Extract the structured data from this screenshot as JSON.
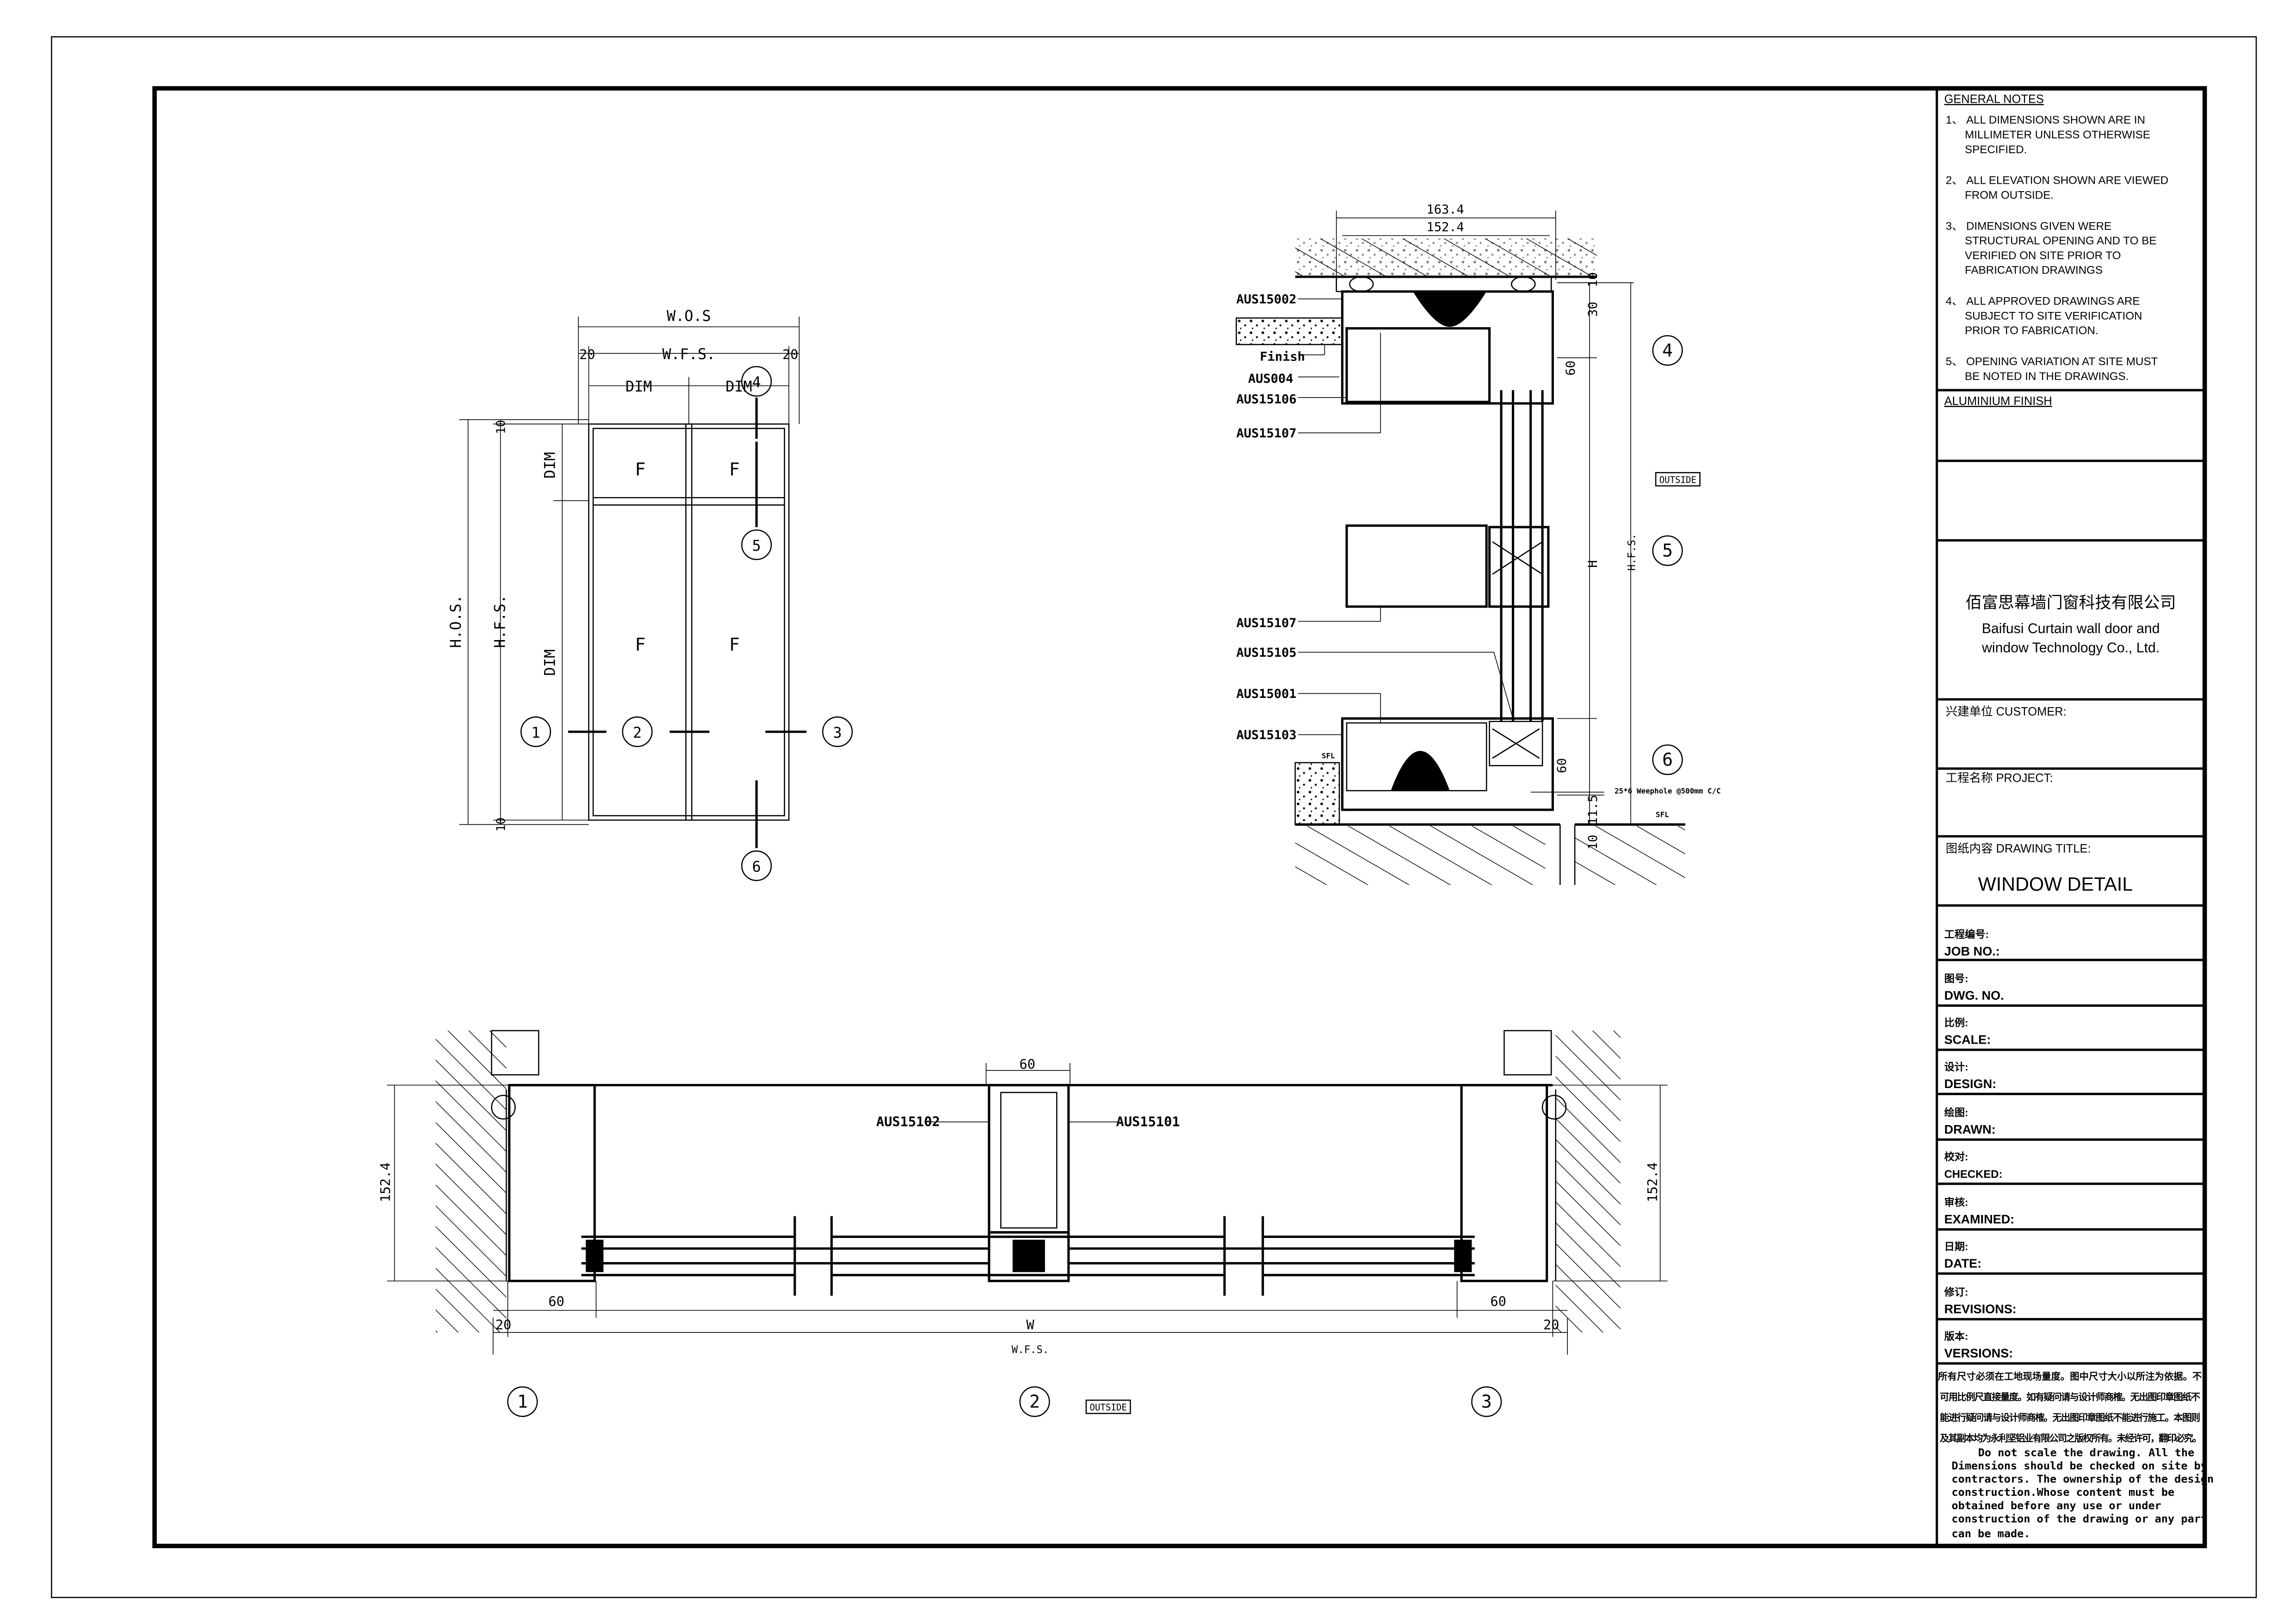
{
  "title_block": {
    "general_notes_heading": "GENERAL NOTES",
    "notes": [
      [
        "1、 ALL DIMENSIONS SHOWN ARE IN",
        "MILLIMETER UNLESS OTHERWISE",
        "SPECIFIED."
      ],
      [
        "2、 ALL ELEVATION SHOWN ARE VIEWED",
        "FROM OUTSIDE."
      ],
      [
        "3、 DIMENSIONS GIVEN WERE",
        "STRUCTURAL OPENING AND TO BE",
        "VERIFIED ON SITE PRIOR TO",
        "FABRICATION DRAWINGS"
      ],
      [
        "4、 ALL APPROVED DRAWINGS ARE",
        "SUBJECT TO SITE VERIFICATION",
        "PRIOR TO FABRICATION."
      ],
      [
        "5、 OPENING VARIATION AT SITE MUST",
        "BE NOTED IN THE DRAWINGS."
      ]
    ],
    "aluminium_finish": "ALUMINIUM  FINISH",
    "company_cn": "佰富思幕墙门窗科技有限公司",
    "company_en_1": "Baifusi Curtain wall door and",
    "company_en_2": "window Technology Co., Ltd.",
    "customer_label": "兴建单位  CUSTOMER:",
    "project_label": "工程名称  PROJECT:",
    "drawing_title_label": "图纸内容  DRAWING TITLE:",
    "drawing_title": "WINDOW DETAIL",
    "fields": [
      {
        "cn": "工程编号:",
        "en": "JOB  NO.:"
      },
      {
        "cn": "图号:",
        "en": "DWG. NO."
      },
      {
        "cn": "比例:",
        "en": "SCALE:"
      },
      {
        "cn": "设计:",
        "en": "DESIGN:"
      },
      {
        "cn": "绘图:",
        "en": "DRAWN:"
      },
      {
        "cn": "校对:",
        "en": "CHECKED:"
      },
      {
        "cn": "审核:",
        "en": "EXAMINED:"
      },
      {
        "cn": "日期:",
        "en": "DATE:"
      },
      {
        "cn": "修订:",
        "en": "REVISIONS:"
      },
      {
        "cn": "版本:",
        "en": "VERSIONS:"
      }
    ],
    "disclaimer_cn": [
      "所有尺寸必须在工地现场量度。图中尺寸大小以所注为依据。不",
      "可用比例尺直接量度。如有疑问请与设计师商榷。无出图印章图纸不",
      "能进行疑问请与设计师商榷。无出图印章图纸不能进行施工。本图则",
      "及其副本均为永利坚铝业有限公司之版权所有。未经许可，翻印必究。"
    ],
    "disclaimer_en": [
      "Do not scale the drawing. All the",
      "Dimensions  should be checked on site by",
      "contractors. The ownership of the design",
      "construction.Whose content must be",
      "obtained before any use or under",
      "construction of the drawing or any part",
      "can be made."
    ]
  },
  "elevation": {
    "wos": "W.O.S",
    "wfs": "W.F.S.",
    "dim": "DIM",
    "edge": "20",
    "edge_v": "10",
    "hos": "H.O.S.",
    "hfs": "H.F.S.",
    "panel": "F",
    "markers": [
      "1",
      "2",
      "3",
      "4",
      "5",
      "6"
    ]
  },
  "vertical_section": {
    "dim_outer": "163.4",
    "dim_inner": "152.4",
    "labels": [
      "AUS15002",
      "Finish",
      "AUS004",
      "AUS15106",
      "AUS15107",
      "AUS15107",
      "AUS15105",
      "AUS15001",
      "AUS15103"
    ],
    "dims": {
      "d30": "30",
      "d60a": "60",
      "d10a": "10",
      "h": "H",
      "hfs": "H.F.S.",
      "d60b": "60",
      "d11": "11.5",
      "d10b": "10"
    },
    "weephole": "25*6 Weephole @500mm C/C",
    "sfl": "SFL",
    "outside": "OUTSIDE",
    "markers": [
      "4",
      "5",
      "6"
    ]
  },
  "horizontal_section": {
    "d60_top": "60",
    "left_label": "AUS15102",
    "right_label": "AUS15101",
    "d152": "152.4",
    "d60": "60",
    "d20": "20",
    "w": "W",
    "wfs": "W.F.S.",
    "outside": "OUTSIDE",
    "markers": [
      "1",
      "2",
      "3"
    ]
  }
}
